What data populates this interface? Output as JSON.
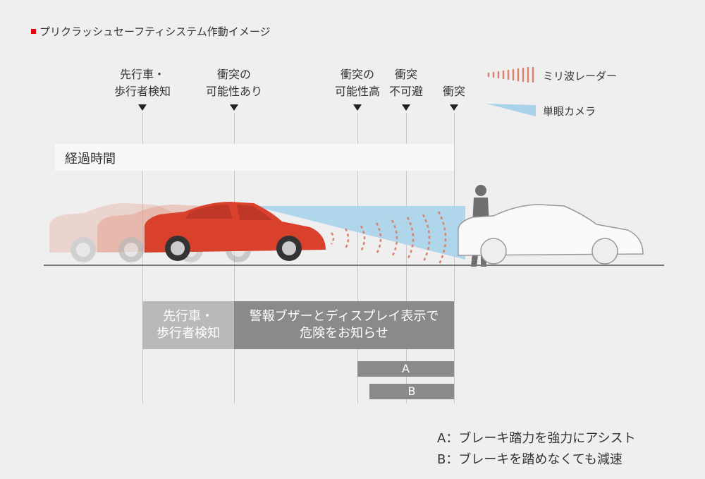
{
  "title": "プリクラッシュセーフティシステム作動イメージ",
  "stages": [
    {
      "label": "先行車・\n歩行者検知"
    },
    {
      "label": "衝突の\n可能性あり"
    },
    {
      "label": "衝突の\n可能性高"
    },
    {
      "label": "衝突\n不可避"
    },
    {
      "label": "衝突"
    }
  ],
  "legend": {
    "radar": "ミリ波レーダー",
    "camera": "単眼カメラ"
  },
  "elapsed_label": "経過時間",
  "boxes": {
    "detect": "先行車・\n歩行者検知",
    "warning": "警報ブザーとディスプレイ表示で\n危険をお知らせ"
  },
  "bars": {
    "a": "A",
    "b": "B"
  },
  "notes": {
    "a": "A：ブレーキ踏力を強力にアシスト",
    "b": "B：ブレーキを踏めなくても減速"
  },
  "colors": {
    "brand_red": "#e60012",
    "car_red": "#d9412d",
    "radar": "#d9826e",
    "camera": "#a9d3ea",
    "box_light": "#b9b9b9",
    "box_dark": "#8a8a8a"
  }
}
